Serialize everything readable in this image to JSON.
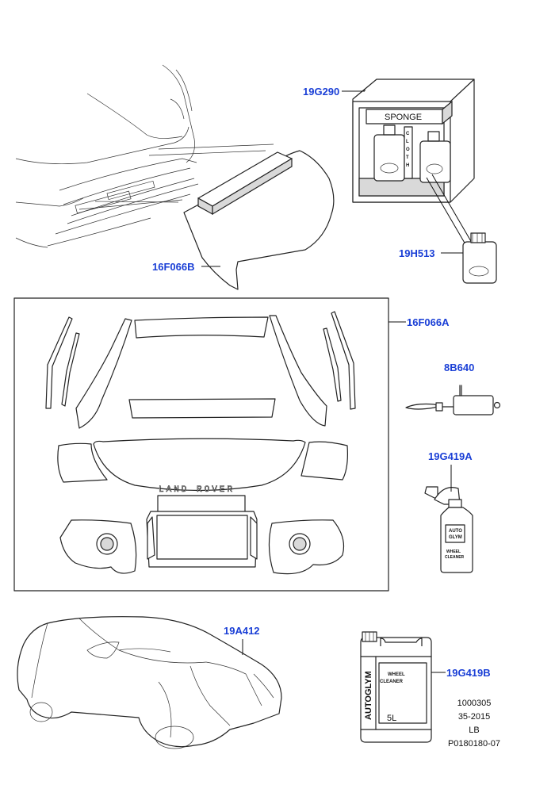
{
  "callouts": {
    "kit_box": "19G290",
    "rear_bumper_protector": "16F066B",
    "polish_bottle": "19H513",
    "protection_film_kit": "16F066A",
    "tool": "8B640",
    "spray_bottle": "19G419A",
    "car_cover": "19A412",
    "container_5l": "19G419B"
  },
  "kit_box_labels": {
    "sponge": "SPONGE",
    "cloth": "CLOTH"
  },
  "badge_text": "LAND ROVER",
  "spray_label": {
    "brand": "AUTO GLYM",
    "brand_line1": "AUTO",
    "brand_line2": "GLYM",
    "product_line1": "WHEEL",
    "product_line2": "CLEANER"
  },
  "container_label": {
    "brand": "AUTOGLYM",
    "product_line1": "WHEEL",
    "product_line2": "CLEANER",
    "volume": "5L"
  },
  "reference": {
    "line1": "1000305",
    "line2": "35-2015",
    "line3": "LB",
    "line4": "P0180180-07"
  },
  "colors": {
    "callout": "#1a3fd6",
    "line": "#222222",
    "panel_grey": "#d9d9d9"
  }
}
